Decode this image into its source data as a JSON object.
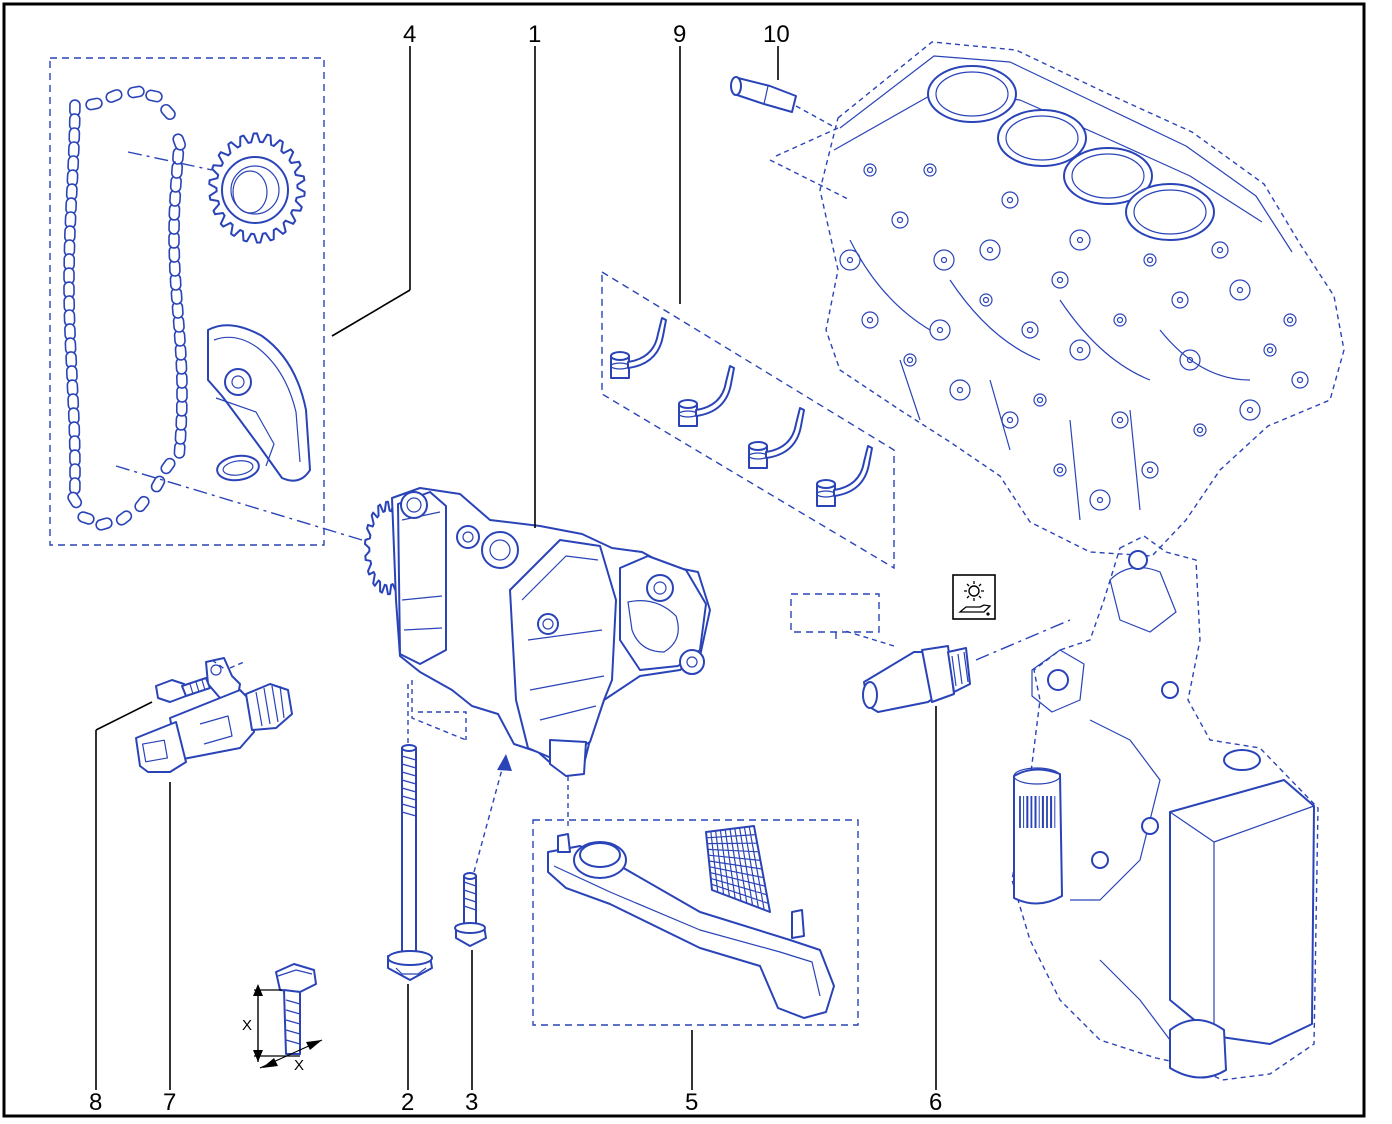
{
  "callouts": {
    "c1": "1",
    "c2": "2",
    "c3": "3",
    "c4": "4",
    "c5": "5",
    "c6": "6",
    "c7": "7",
    "c8": "8",
    "c9": "9",
    "c10": "10"
  },
  "dimension": {
    "x_vertical": "X",
    "x_horizontal": "X"
  },
  "colors": {
    "line": "#2a44b8",
    "frame": "#000000",
    "background": "#ffffff"
  },
  "icons": {
    "oil_warning": "oil-pressure-warning-icon"
  }
}
